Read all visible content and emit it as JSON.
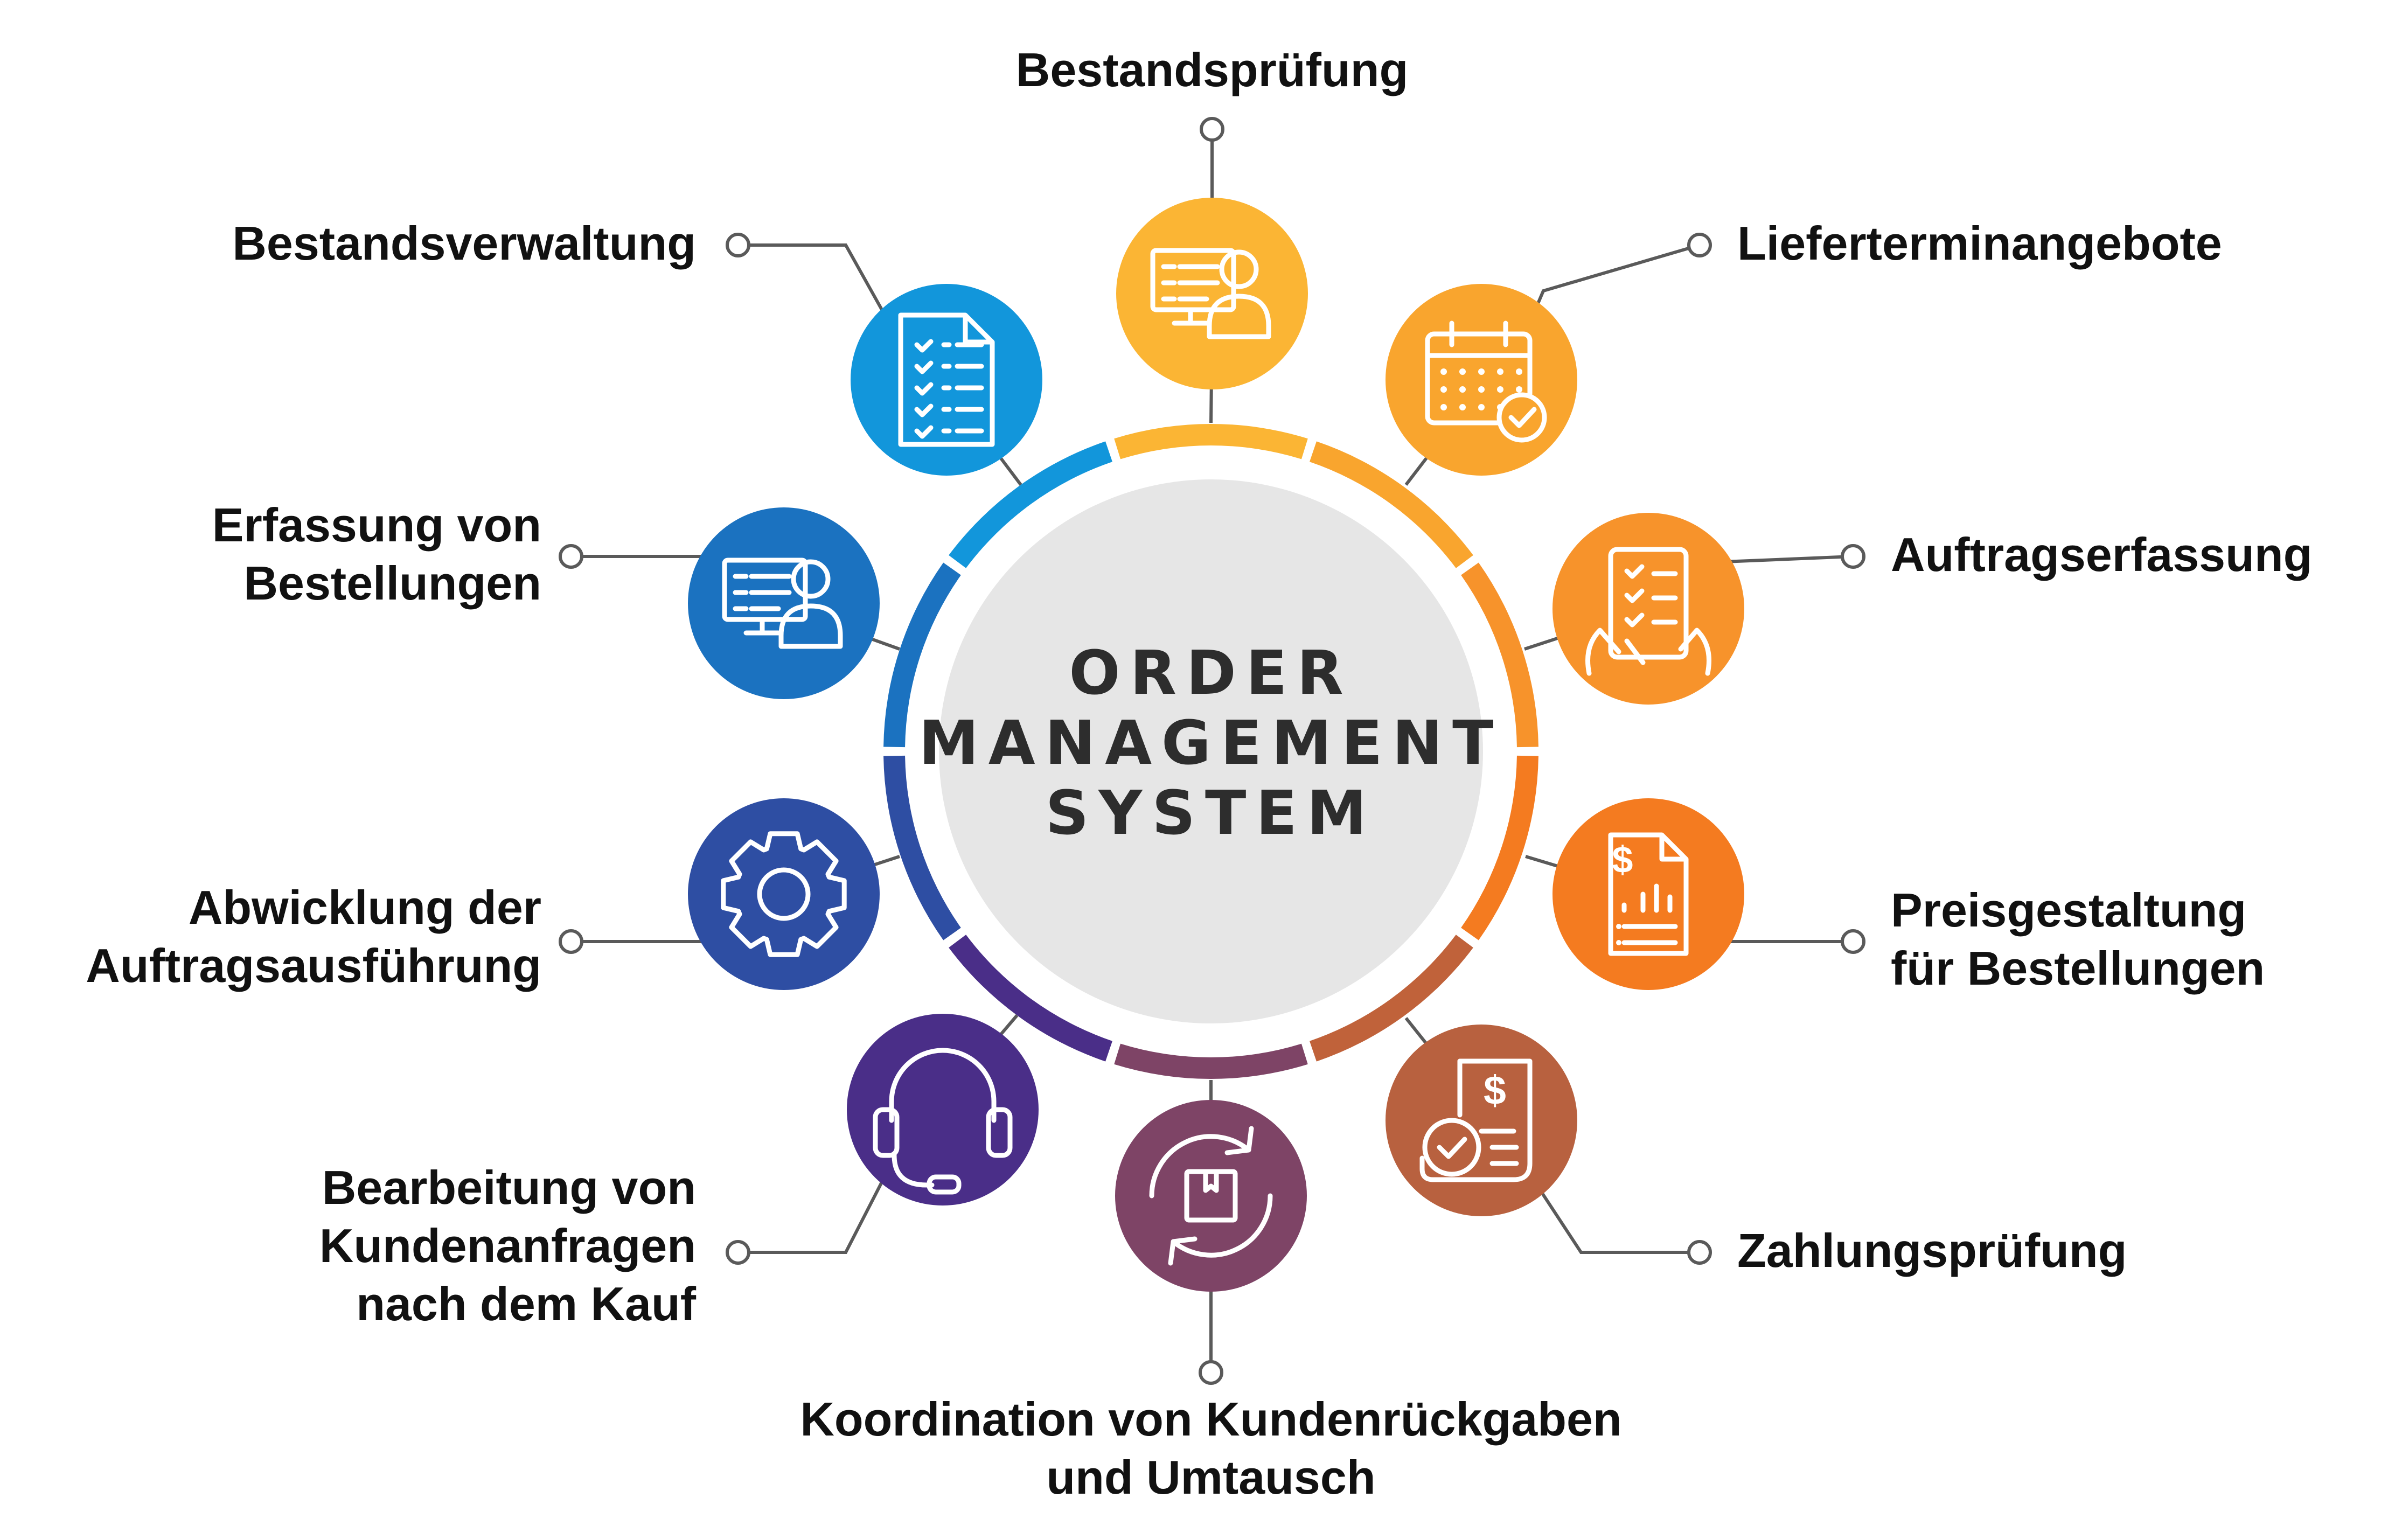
{
  "center": {
    "lines": [
      "ORDER",
      "MANAGEMENT",
      "SYSTEM"
    ]
  },
  "nodes": [
    {
      "id": "bestandspruefung",
      "lines": [
        "Bestandsprüfung"
      ],
      "color": "#FBB534",
      "icon": "customer-service-desk-icon"
    },
    {
      "id": "lieferterminangebote",
      "lines": [
        "Lieferterminangebote"
      ],
      "color": "#F9A52E",
      "icon": "calendar-check-icon"
    },
    {
      "id": "auftragserfassung",
      "lines": [
        "Auftragserfassung"
      ],
      "color": "#F7932B",
      "icon": "tablet-checklist-icon"
    },
    {
      "id": "preisgestaltung",
      "lines": [
        "Preisgestaltung",
        "für Bestellungen"
      ],
      "color": "#F47B20",
      "icon": "price-document-chart-icon"
    },
    {
      "id": "zahlungspruefung",
      "lines": [
        "Zahlungsprüfung"
      ],
      "color": "#B8613F",
      "icon": "payment-check-icon"
    },
    {
      "id": "koordination",
      "lines": [
        "Koordination von Kundenrückgaben",
        "und Umtausch"
      ],
      "color": "#7E4466",
      "icon": "return-exchange-icon"
    },
    {
      "id": "bearbeitung",
      "lines": [
        "Bearbeitung von",
        "Kundenanfragen",
        "nach dem Kauf"
      ],
      "color": "#4A2E88",
      "icon": "headset-icon"
    },
    {
      "id": "abwicklung",
      "lines": [
        "Abwicklung der",
        "Auftragsausführung"
      ],
      "color": "#2E4EA3",
      "icon": "gear-icon"
    },
    {
      "id": "erfassung",
      "lines": [
        "Erfassung von",
        "Bestellungen"
      ],
      "color": "#1B72C0",
      "icon": "order-entry-desk-icon"
    },
    {
      "id": "bestandsverwaltung",
      "lines": [
        "Bestandsverwaltung"
      ],
      "color": "#1296DB",
      "icon": "checklist-document-icon"
    }
  ],
  "ring_segments": [
    "#FBB534",
    "#F9A52E",
    "#F7932B",
    "#F47B20",
    "#C0623A",
    "#7E4466",
    "#4A2E88",
    "#2E4EA3",
    "#1B72C0",
    "#1296DB"
  ],
  "colors": {
    "center_fill": "#E6E6E6",
    "connector": "#5A5A5A",
    "label_text": "#111111",
    "center_text": "#2D2D2D"
  }
}
